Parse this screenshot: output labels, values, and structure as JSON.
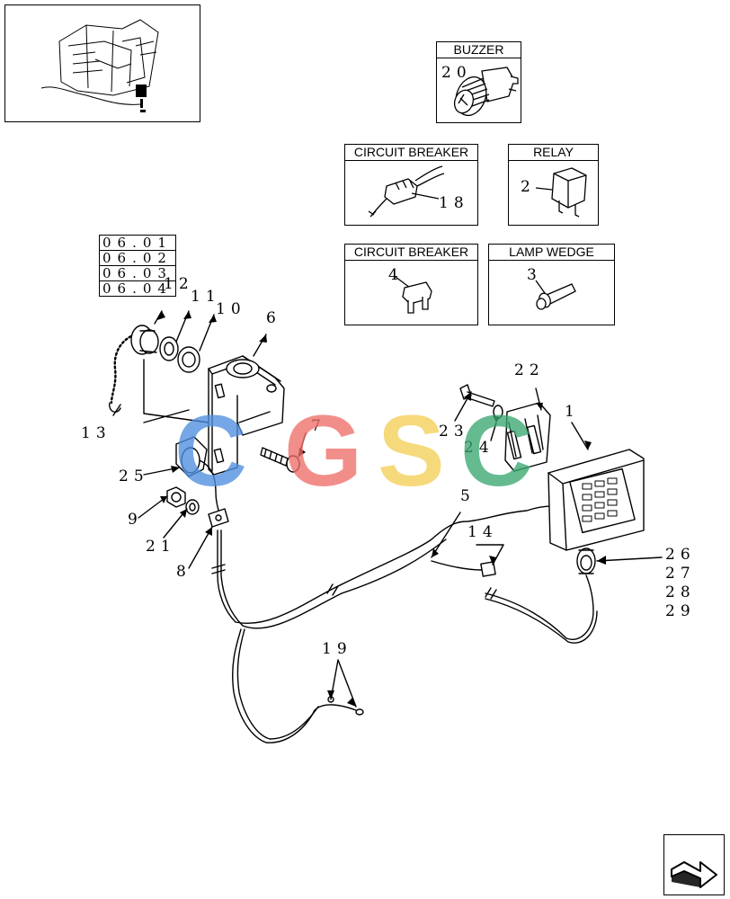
{
  "references": [
    "06.01",
    "06.02",
    "06.03",
    "06.04"
  ],
  "inset_boxes": {
    "buzzer": {
      "title": "BUZZER",
      "callout": "20"
    },
    "circuit_breaker_a": {
      "title": "CIRCUIT BREAKER",
      "callout": "18"
    },
    "relay": {
      "title": "RELAY",
      "callout": "2"
    },
    "circuit_breaker_b": {
      "title": "CIRCUIT BREAKER",
      "callout": "4"
    },
    "lamp_wedge": {
      "title": "LAMP WEDGE",
      "callout": "3"
    }
  },
  "callouts": {
    "c1": "1",
    "c5": "5",
    "c6": "6",
    "c7": "7",
    "c8": "8",
    "c9": "9",
    "c10": "10",
    "c11": "11",
    "c12": "12",
    "c13": "13",
    "c14": "14",
    "c19": "19",
    "c21": "21",
    "c22": "22",
    "c23": "23",
    "c24": "24",
    "c25": "25",
    "c26": "26",
    "c27": "27",
    "c28": "28",
    "c29": "29"
  },
  "watermark": {
    "letters": [
      "C",
      "G",
      "S",
      "C"
    ],
    "colors": [
      "#4f8fe0",
      "#ef6f6a",
      "#f4cf55",
      "#3aa870"
    ]
  }
}
